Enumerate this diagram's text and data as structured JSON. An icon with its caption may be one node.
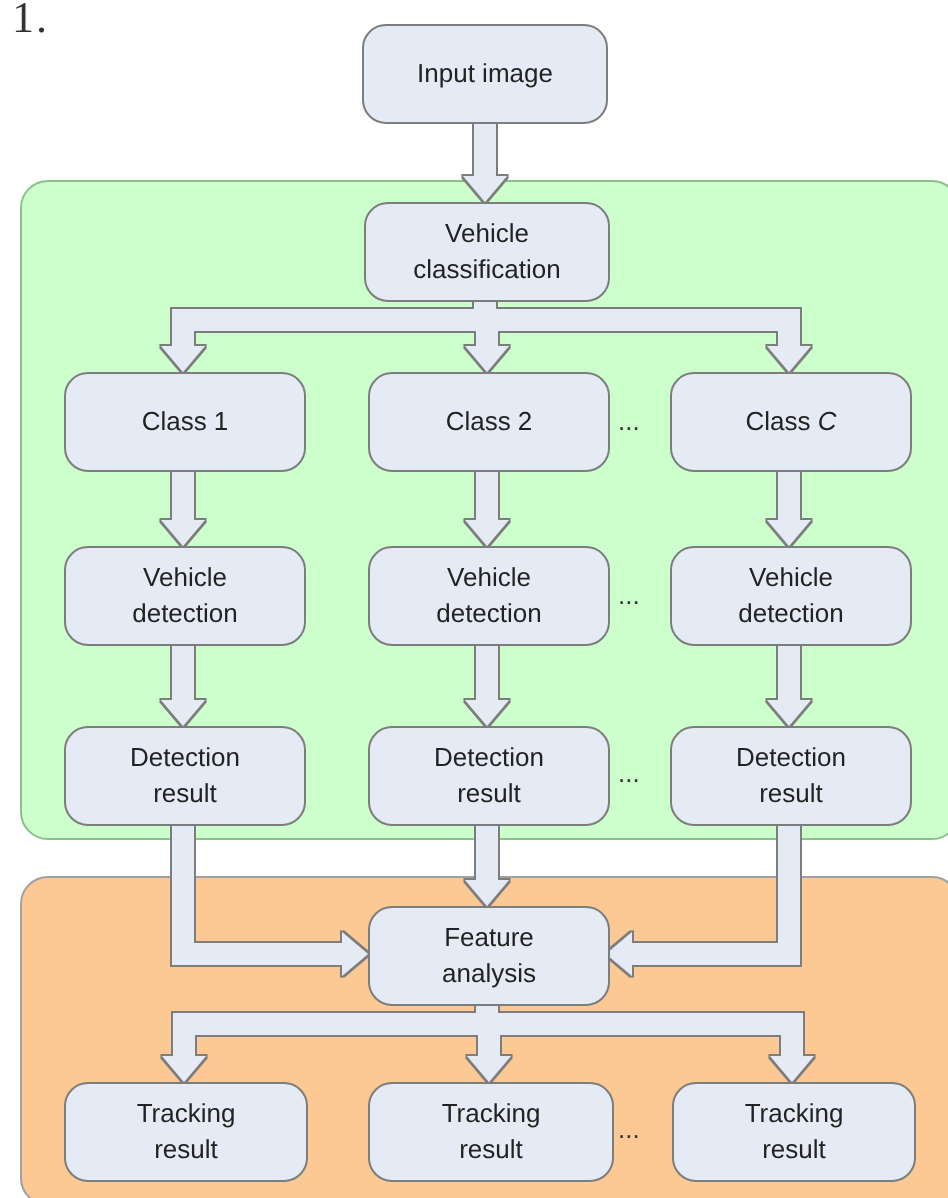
{
  "diagram": {
    "nodes": [
      {
        "text": [
          "Input image"
        ]
      },
      {
        "text": [],
        "shape": "box"
      },
      {
        "text": [
          "Vehicle classification"
        ],
        "in": 1
      },
      {
        "text": [
          "Class 1"
        ],
        "in": 1
      },
      {
        "text": [
          "Class 2"
        ],
        "in": 1
      },
      {
        "text": [
          "Class *C*"
        ],
        "in": 1
      },
      {
        "text": [
          "Vehicle detection"
        ],
        "in": 1
      },
      {
        "text": [
          "Vehicle detection"
        ],
        "in": 1
      },
      {
        "text": [
          "Vehicle detection"
        ],
        "in": 1
      },
      {
        "text": [
          "Detection result"
        ],
        "in": 1
      },
      {
        "text": [
          "Detection result"
        ],
        "in": 1
      },
      {
        "text": [
          "Detection result"
        ],
        "in": 1
      },
      {
        "text": [],
        "shape": "box"
      },
      {
        "text": [
          "Feature analysis"
        ],
        "in": 12
      },
      {
        "text": [
          "Tracking result"
        ],
        "in": 12
      },
      {
        "text": [
          "Tracking result"
        ],
        "in": 12
      },
      {
        "text": [
          "Tracking result"
        ],
        "in": 12
      }
    ],
    "edges": [
      {
        "from": 0,
        "to": 2,
        "arrow": "to"
      },
      {
        "from": 2,
        "to": 3,
        "arrow": "to"
      },
      {
        "from": 2,
        "to": 4,
        "arrow": "to"
      },
      {
        "from": 2,
        "to": 5,
        "arrow": "to"
      },
      {
        "from": 3,
        "to": 6,
        "arrow": "to"
      },
      {
        "from": 4,
        "to": 7,
        "arrow": "to"
      },
      {
        "from": 5,
        "to": 8,
        "arrow": "to"
      },
      {
        "from": 6,
        "to": 9,
        "arrow": "to"
      },
      {
        "from": 7,
        "to": 10,
        "arrow": "to"
      },
      {
        "from": 8,
        "to": 11,
        "arrow": "to"
      },
      {
        "from": 9,
        "to": 13,
        "arrow": "to"
      },
      {
        "from": 10,
        "to": 13,
        "arrow": "to"
      },
      {
        "from": 11,
        "to": 13,
        "arrow": "to"
      },
      {
        "from": 13,
        "to": 14,
        "arrow": "to"
      },
      {
        "from": 13,
        "to": 15,
        "arrow": "to"
      },
      {
        "from": 13,
        "to": 16,
        "arrow": "to"
      }
    ],
    "labels": [
      "1.",
      "...",
      "...",
      "...",
      "..."
    ]
  }
}
